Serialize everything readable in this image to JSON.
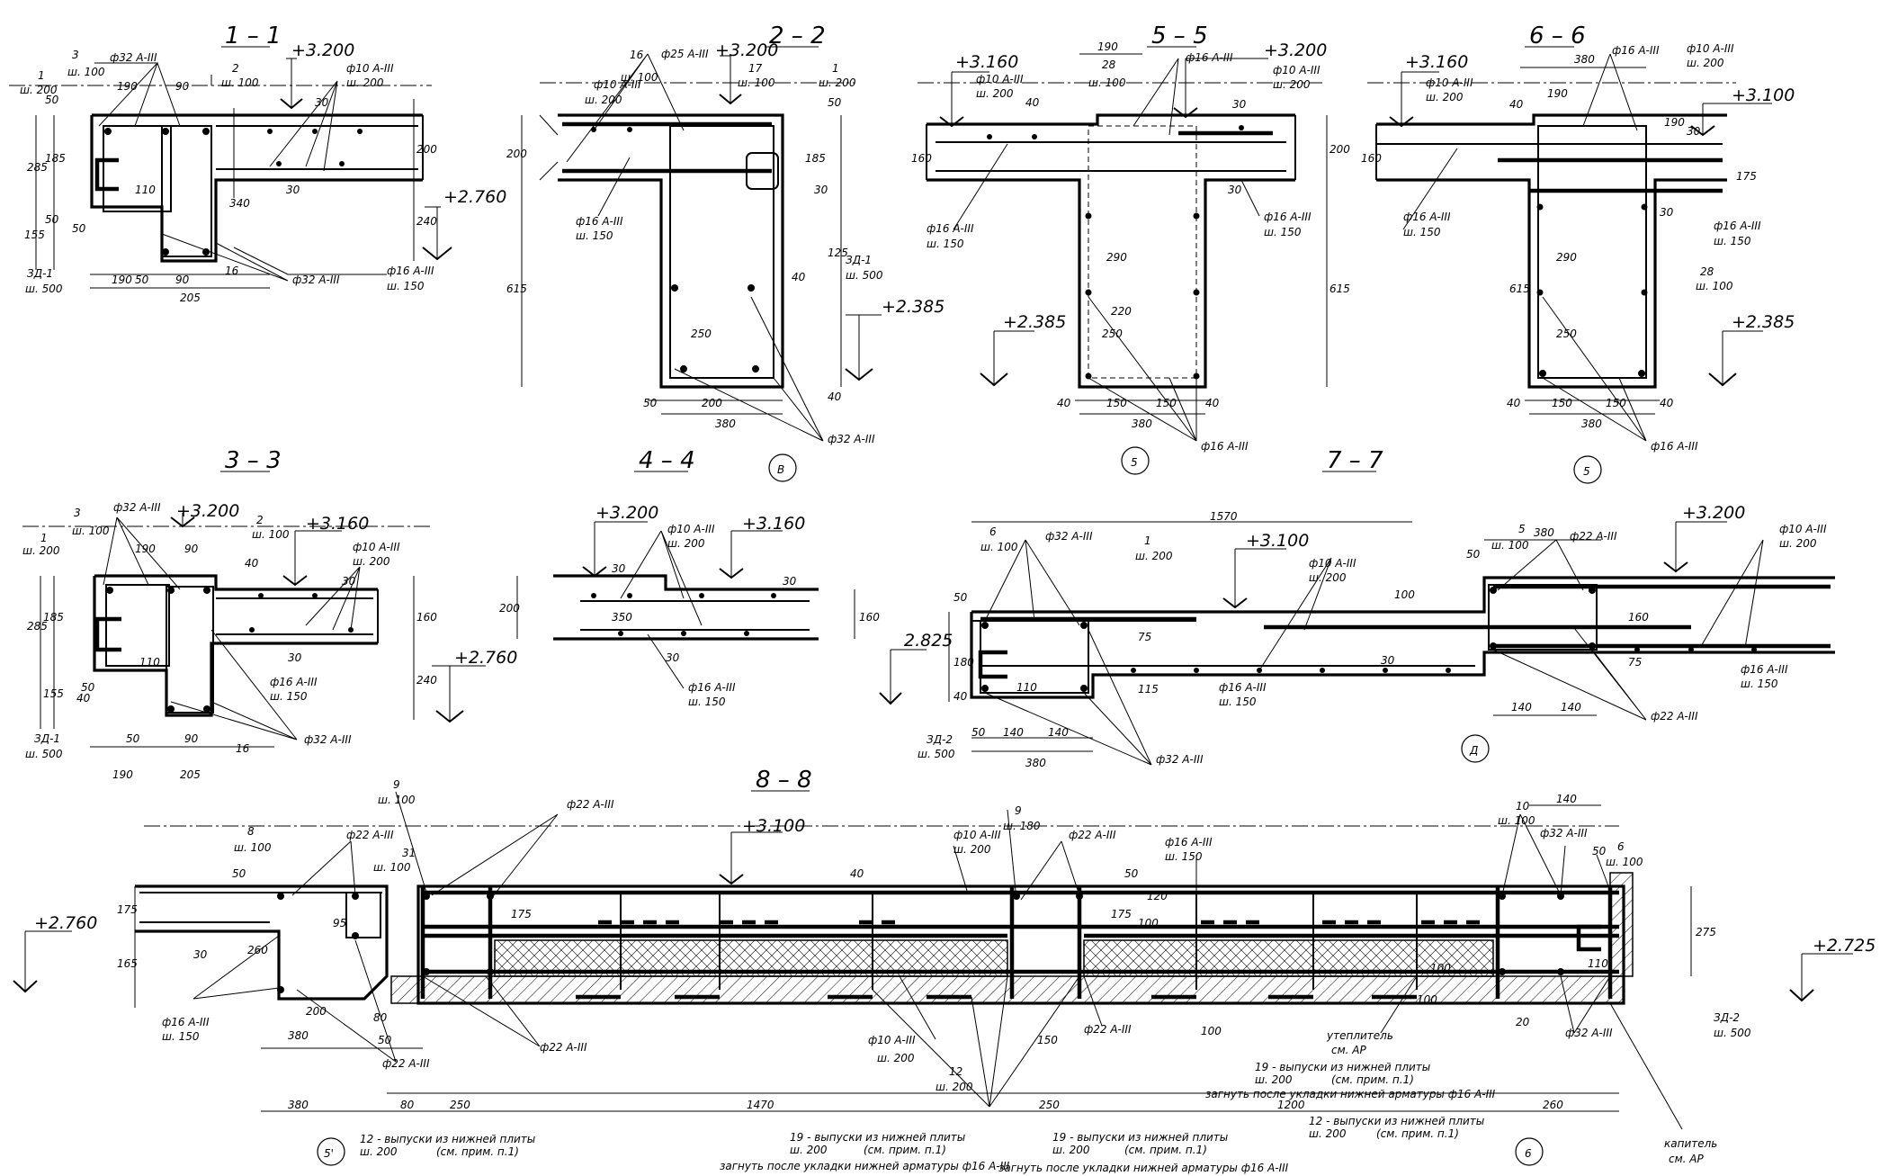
{
  "sections": {
    "s11": {
      "title": "1 – 1",
      "elev_top": "+3.200",
      "elev_bottom": "+2.760",
      "labels": {
        "n3": "3",
        "n1": "1",
        "n2": "2",
        "n16": "16",
        "bar_top": "ф32 А-III",
        "bar_right": "ф10 А-III",
        "bar_right_step": "ш. 200",
        "bar_bottom": "ф32 А-III",
        "bar_ф16": "ф16 А-III",
        "bar_ф16_step": "ш. 150",
        "step100": "ш. 100",
        "step100b": "ш. 100",
        "step200": "ш. 200",
        "zd": "ЗД-1",
        "zd_step": "ш. 500"
      },
      "dims": {
        "d190": "190",
        "d90": "90",
        "d50a": "50",
        "d50b": "50",
        "d50c": "50",
        "d285": "285",
        "d185": "185",
        "d110": "110",
        "d155": "155",
        "d200": "200",
        "d340": "340",
        "d30a": "30",
        "d30b": "30",
        "d240": "240",
        "d205": "205",
        "d190b": "190",
        "d90b": "90",
        "d50d": "50"
      }
    },
    "s22": {
      "title": "2 – 2",
      "elev_top": "+3.200",
      "elev_bottom": "+2.385",
      "axis": "В",
      "labels": {
        "n16": "16",
        "n17": "17",
        "n1": "1",
        "bar_top": "ф25 А-III",
        "bar_top_step": "ш. 100",
        "bar_10": "ф10 А-III",
        "step100": "ш. 100",
        "step200": "ш. 200",
        "step200b": "ш. 200",
        "bar_ф16": "ф16 А-III",
        "bar_ф16_step": "ш. 150",
        "zd": "ЗД-1",
        "zd_step": "ш. 500",
        "bar_bottom": "ф32 А-III"
      },
      "dims": {
        "d200": "200",
        "d615": "615",
        "d250": "250",
        "d40a": "40",
        "d40b": "40",
        "d50": "50",
        "d200b": "200",
        "d380": "380",
        "d185": "185",
        "d50b": "50",
        "d30": "30",
        "d125": "125"
      }
    },
    "s55": {
      "title": "5 – 5",
      "elev_left": "+3.160",
      "elev_right": "+3.200",
      "elev_bottom": "+2.385",
      "axis": "5",
      "labels": {
        "bar_top": "ф16 А-III",
        "bar_10_left": "ф10 А-III",
        "bar_10_right": "ф10 А-III",
        "n28": "28",
        "step100": "ш. 100",
        "step200": "ш. 200",
        "step200b": "ш. 200",
        "bar_ф16a": "ф16 А-III",
        "bar_ф16a_step": "ш. 150",
        "bar_ф16b": "ф16 А-III",
        "bar_ф16b_step": "ш. 150",
        "bar_bottom": "ф16 А-III"
      },
      "dims": {
        "d190": "190",
        "d160": "160",
        "d200": "200",
        "d615": "615",
        "d290": "290",
        "d220": "220",
        "d250": "250",
        "d40a": "40",
        "d40b": "40",
        "d150a": "150",
        "d150b": "150",
        "d380": "380",
        "d30a": "30",
        "d30b": "30",
        "d40c": "40"
      }
    },
    "s66": {
      "title": "6 – 6",
      "elev_left": "+3.160",
      "elev_right": "+3.100",
      "elev_bottom": "+2.385",
      "axis": "5",
      "labels": {
        "bar_top": "ф16 А-III",
        "bar_10a": "ф10 А-III",
        "bar_10b": "ф10 А-III",
        "step200a": "ш. 200",
        "step200b": "ш. 200",
        "bar_ф16a": "ф16 А-III",
        "bar_ф16a_step": "ш. 150",
        "bar_ф16b": "ф16 А-III",
        "bar_ф16b_step": "ш. 150",
        "n28": "28",
        "step100": "ш. 100",
        "bar_bottom": "ф16 А-III"
      },
      "dims": {
        "d380": "380",
        "d190": "190",
        "d40": "40",
        "d160": "160",
        "d175": "175",
        "d615": "615",
        "d290": "290",
        "d250": "250",
        "d40a": "40",
        "d40b": "40",
        "d150a": "150",
        "d150b": "150",
        "d380b": "380",
        "d30": "30",
        "d190b": "190",
        "d30b": "30"
      }
    },
    "s33": {
      "title": "3 – 3",
      "elev_top": "+3.200",
      "elev_mid": "+3.160",
      "elev_bottom": "+2.760",
      "labels": {
        "n3": "3",
        "n1": "1",
        "n2": "2",
        "bar_top": "ф32 А-III",
        "step100": "ш. 100",
        "step100b": "ш. 100",
        "step200": "ш. 200",
        "bar_10": "ф10 А-III",
        "bar_10_step": "ш. 200",
        "bar_ф16": "ф16 А-III",
        "bar_ф16_step": "ш. 150",
        "bar_bottom": "ф32 А-III",
        "zd": "ЗД-1",
        "zd_step": "ш. 500"
      },
      "dims": {
        "d190": "190",
        "d90": "90",
        "d40": "40",
        "d30": "30",
        "d285": "285",
        "d185": "185",
        "d110": "110",
        "d155": "155",
        "d160": "160",
        "d240": "240",
        "d50a": "50",
        "d50b": "50",
        "d90b": "90",
        "d190b": "190",
        "d205": "205",
        "d16": "16",
        "d30b": "30",
        "d40b": "40"
      }
    },
    "s44": {
      "title": "4 – 4",
      "elev_left": "+3.200",
      "elev_right": "+3.160",
      "labels": {
        "bar_10": "ф10 А-III",
        "bar_10_step": "ш. 200",
        "bar_ф16": "ф16 А-III",
        "bar_ф16_step": "ш. 150"
      },
      "dims": {
        "d200": "200",
        "d160": "160",
        "d30a": "30",
        "d30b": "30",
        "d350": "350",
        "d30c": "30"
      }
    },
    "s77": {
      "title": "7 – 7",
      "elev_top": "+3.100",
      "elev_right": "+3.200",
      "elev_left": "2.825",
      "axis": "Д",
      "labels": {
        "n6": "6",
        "n1": "1",
        "n5": "5",
        "bar_32": "ф32 А-III",
        "step100": "ш. 100",
        "step200": "ш. 200",
        "bar_10": "ф10 А-III",
        "bar_10_step": "ш. 200",
        "bar_22": "ф22 А-III",
        "step100b": "ш. 100",
        "bar_10r": "ф10 А-III",
        "bar_10r_step": "ш. 200",
        "bar_ф16": "ф16 А-III",
        "bar_ф16_step": "ш. 150",
        "bar_ф16r": "ф16 А-III",
        "bar_ф16r_step": "ш. 150",
        "zd": "ЗД-2",
        "zd_step": "ш. 500",
        "bar_bottom": "ф32 А-III",
        "bar_22b": "ф22 А-III"
      },
      "dims": {
        "d1570": "1570",
        "d380": "380",
        "d50": "50",
        "d180": "180",
        "d110": "110",
        "d40": "40",
        "d140a": "140",
        "d140b": "140",
        "d50b": "50",
        "d380b": "380",
        "d100": "100",
        "d75": "75",
        "d115": "115",
        "d140c": "140",
        "d140d": "140",
        "d160": "160",
        "d75b": "75",
        "d30": "30",
        "d50c": "50"
      }
    },
    "s88": {
      "title": "8 – 8",
      "elev_top": "+3.100",
      "elev_left": "+2.760",
      "elev_right": "+2.725",
      "axis_left": "5'",
      "axis_right": "6",
      "labels": {
        "n9a": "9",
        "n8": "8",
        "n31": "31",
        "n9b": "9",
        "n10": "10",
        "n6": "6",
        "n12": "12",
        "step100a": "ш. 100",
        "step100b": "ш. 100",
        "step100c": "ш. 100",
        "bar_22a": "ф22 А-III",
        "bar_22b": "ф22 А-III",
        "bar_10a": "ф10 А-III",
        "bar_10a_step": "ш. 200",
        "step180": "ш. 180",
        "bar_22c": "ф22 А-III",
        "bar_ф16": "ф16 А-III",
        "bar_ф16_step": "ш. 150",
        "bar_ф16l": "ф16 А-III",
        "bar_ф16l_step": "ш. 150",
        "step100d": "ш. 100",
        "bar_32": "ф32 А-III",
        "step100e": "ш. 100",
        "bar_22d": "ф22 А-III",
        "bar_22e": "ф22 А-III",
        "bar_10b": "ф10 А-III",
        "bar_10b_step": "ш. 200",
        "step200c": "ш. 200",
        "bar_22f": "ф22 А-III",
        "bar_32b": "ф32 А-III",
        "zd": "ЗД-2",
        "zd_step": "ш. 500",
        "insul": "утеплитель",
        "insul_ref": "см. АР",
        "note19a_1": "19 - выпуски из нижней плиты",
        "note19a_2": "ш. 200",
        "note19a_3": "(см. прим. п.1)",
        "note19a_4": "загнуть после укладки нижней арматуры  ф16 А-III",
        "note12a_1": "12 - выпуски из нижней плиты",
        "note12a_2": "ш. 200",
        "note12a_3": "(см. прим. п.1)",
        "note19b_1": "19 - выпуски из нижней плиты",
        "note19b_2": "ш. 200",
        "note19b_3": "(см. прим. п.1)",
        "note19b_4": "загнуть после укладки нижней арматуры  ф16 А-III",
        "note19c_1": "19 - выпуски из нижней плиты",
        "note19c_2": "ш. 200",
        "note19c_3": "(см. прим. п.1)",
        "note19c_4": "загнуть после укладки нижней арматуры  ф16 А-III",
        "note12b_1": "12 - выпуски из нижней плиты",
        "note12b_2": "ш. 200",
        "note12b_3": "(см. прим. п.1)",
        "capitel": "капитель",
        "capitel_ref": "см. АР"
      },
      "dims": {
        "d175": "175",
        "d165": "165",
        "d260": "260",
        "d95": "95",
        "d30": "30",
        "d50a": "50",
        "d50b": "50",
        "d200": "200",
        "d380": "380",
        "d80a": "80",
        "d80b": "80",
        "d250a": "250",
        "d1470": "1470",
        "d250b": "250",
        "d1200": "1200",
        "d380b": "380",
        "d260b": "260",
        "d140": "140",
        "d275": "275",
        "d110": "110",
        "d50c": "50",
        "d100a": "100",
        "d100b": "100",
        "d40": "40",
        "d120": "120",
        "d150": "150",
        "d175b": "175",
        "d50d": "50",
        "d100c": "100",
        "d100d": "100",
        "d20": "20",
        "d175c": "175"
      }
    }
  }
}
